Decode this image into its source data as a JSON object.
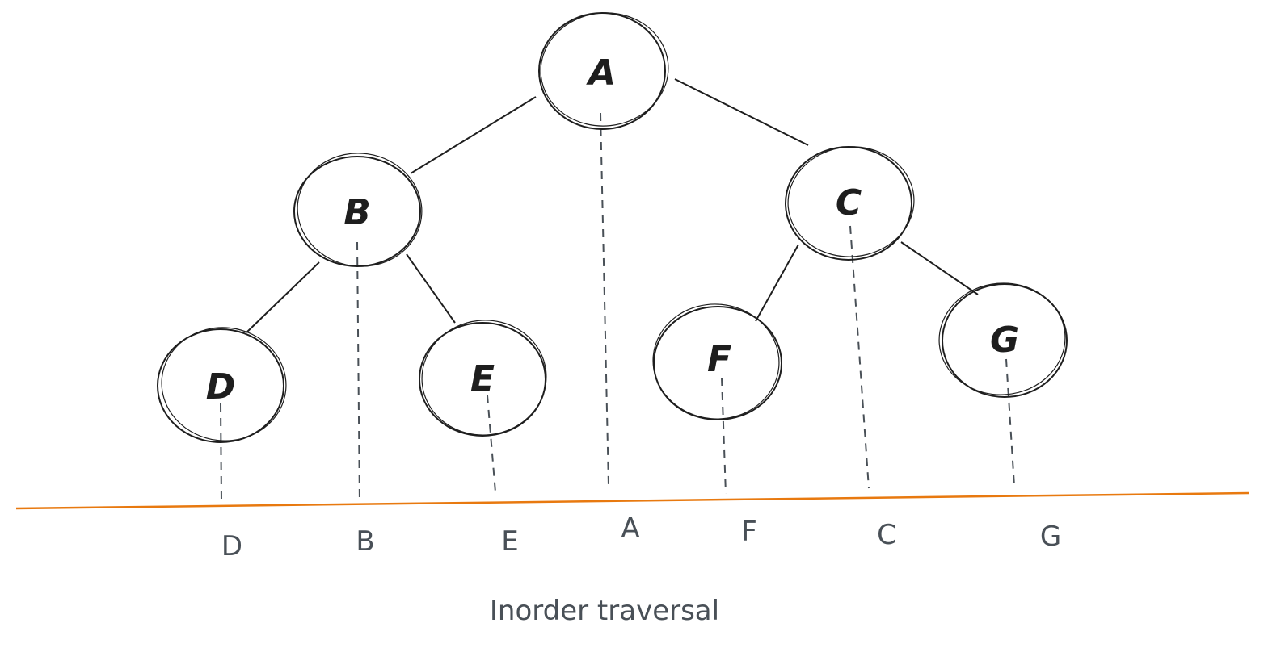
{
  "diagram": {
    "type": "binary-tree",
    "nodes": {
      "a": "A",
      "b": "B",
      "c": "C",
      "d": "D",
      "e": "E",
      "f": "F",
      "g": "G"
    },
    "edges": [
      [
        "A",
        "B"
      ],
      [
        "A",
        "C"
      ],
      [
        "B",
        "D"
      ],
      [
        "B",
        "E"
      ],
      [
        "C",
        "F"
      ],
      [
        "C",
        "G"
      ]
    ],
    "traversal": [
      "D",
      "B",
      "E",
      "A",
      "F",
      "C",
      "G"
    ],
    "caption": "Inorder traversal",
    "colors": {
      "stroke": "#1e1e1e",
      "dashed": "#495057",
      "baseline": "#e8790f",
      "text": "#495057"
    }
  }
}
